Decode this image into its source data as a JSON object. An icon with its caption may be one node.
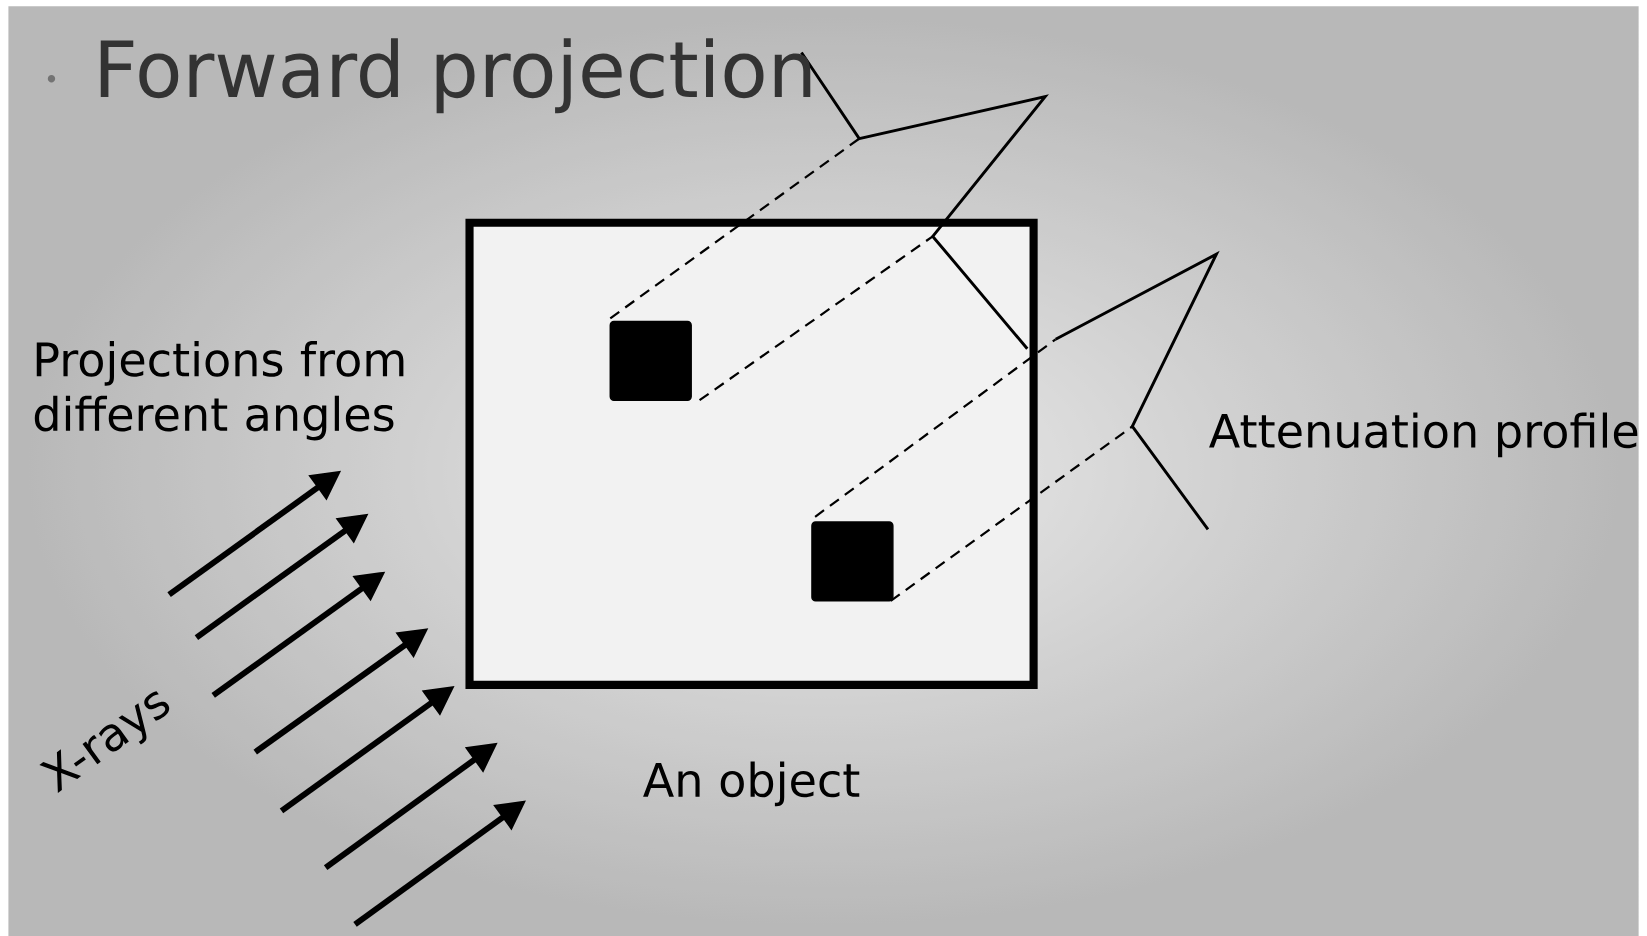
{
  "diagram": {
    "title": "Forward projection",
    "nodes": [
      {
        "text": [],
        "shape": "box",
        "beside": [
          "An object"
        ]
      },
      {
        "text": [],
        "shape": "box",
        "in": 0
      },
      {
        "text": [],
        "shape": "box",
        "in": 0
      }
    ],
    "labels": [
      "Projections from different angles",
      "X-rays",
      "Attenuation profile"
    ]
  }
}
